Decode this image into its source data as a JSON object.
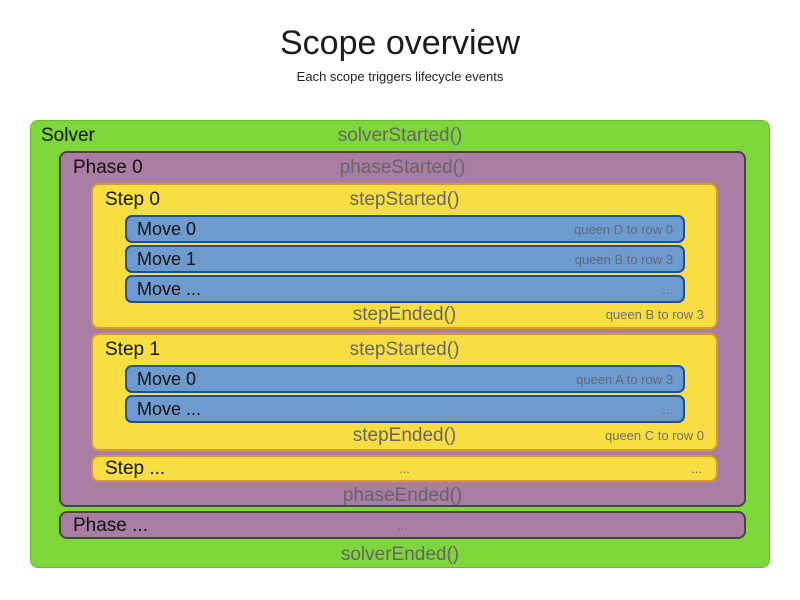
{
  "title": "Scope overview",
  "subtitle": "Each scope triggers lifecycle events",
  "solver": {
    "label": "Solver",
    "started_event": "solverStarted()",
    "ended_event": "solverEnded()",
    "phases": [
      {
        "label": "Phase 0",
        "started_event": "phaseStarted()",
        "ended_event": "phaseEnded()",
        "steps": [
          {
            "label": "Step 0",
            "started_event": "stepStarted()",
            "ended_event": "stepEnded()",
            "ended_note": "queen B to row 3",
            "moves": [
              {
                "label": "Move 0",
                "note": "queen D to row 0"
              },
              {
                "label": "Move 1",
                "note": "queen B to row 3"
              },
              {
                "label": "Move ...",
                "note": "..."
              }
            ]
          },
          {
            "label": "Step 1",
            "started_event": "stepStarted()",
            "ended_event": "stepEnded()",
            "ended_note": "queen C to row 0",
            "moves": [
              {
                "label": "Move 0",
                "note": "queen A to row 3"
              },
              {
                "label": "Move ...",
                "note": "..."
              }
            ]
          },
          {
            "label": "Step ...",
            "center_text": "...",
            "right_text": "..."
          }
        ]
      },
      {
        "label": "Phase ...",
        "center_text": "..."
      }
    ]
  },
  "colors": {
    "solver_fill": "#7fd63a",
    "phase_fill": "#a97da4",
    "phase_border": "#454545",
    "step_fill": "#f8de40",
    "step_border": "#d89a2b",
    "move_fill": "#6d9bce",
    "move_border": "#1d4f9c",
    "event_text": "#666666",
    "note_text": "#707070"
  }
}
